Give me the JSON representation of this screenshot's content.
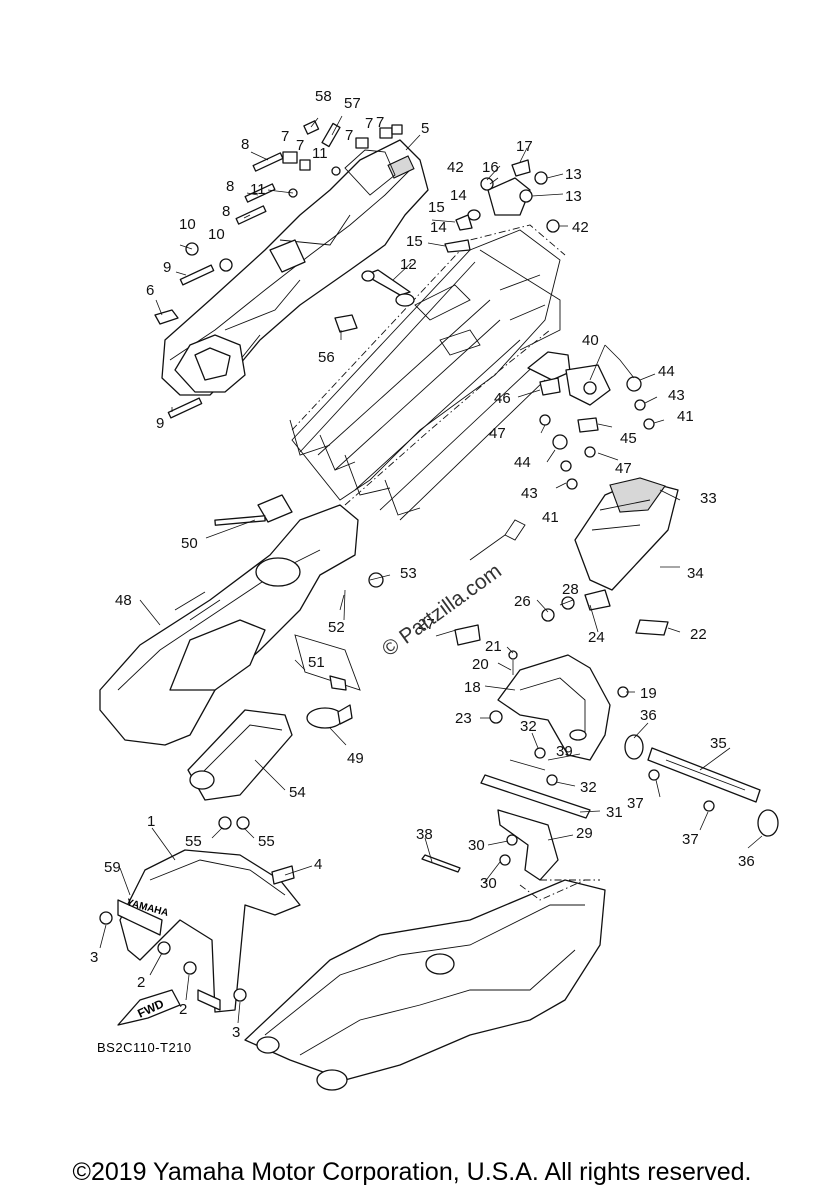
{
  "diagram": {
    "code": "BS2C110-T210",
    "watermark": "© Partzilla.com",
    "fwd_label": "FWD",
    "logo_text": "YAMAHA",
    "copyright": "©2019  Yamaha Motor Corporation, U.S.A. All rights reserved.",
    "callouts": [
      {
        "id": "58",
        "label": "58"
      },
      {
        "id": "57",
        "label": "57"
      },
      {
        "id": "5",
        "label": "5"
      },
      {
        "id": "7a",
        "label": "7"
      },
      {
        "id": "7b",
        "label": "7"
      },
      {
        "id": "7c",
        "label": "7"
      },
      {
        "id": "7d",
        "label": "7"
      },
      {
        "id": "7e",
        "label": "7"
      },
      {
        "id": "8a",
        "label": "8"
      },
      {
        "id": "8b",
        "label": "8"
      },
      {
        "id": "8c",
        "label": "8"
      },
      {
        "id": "11a",
        "label": "11"
      },
      {
        "id": "11b",
        "label": "11"
      },
      {
        "id": "10a",
        "label": "10"
      },
      {
        "id": "10b",
        "label": "10"
      },
      {
        "id": "9a",
        "label": "9"
      },
      {
        "id": "9b",
        "label": "9"
      },
      {
        "id": "6",
        "label": "6"
      },
      {
        "id": "12",
        "label": "12"
      },
      {
        "id": "56",
        "label": "56"
      },
      {
        "id": "17",
        "label": "17"
      },
      {
        "id": "16",
        "label": "16"
      },
      {
        "id": "13a",
        "label": "13"
      },
      {
        "id": "13b",
        "label": "13"
      },
      {
        "id": "42a",
        "label": "42"
      },
      {
        "id": "42b",
        "label": "42"
      },
      {
        "id": "14a",
        "label": "14"
      },
      {
        "id": "14b",
        "label": "14"
      },
      {
        "id": "15a",
        "label": "15"
      },
      {
        "id": "15b",
        "label": "15"
      },
      {
        "id": "40",
        "label": "40"
      },
      {
        "id": "44a",
        "label": "44"
      },
      {
        "id": "44b",
        "label": "44"
      },
      {
        "id": "43a",
        "label": "43"
      },
      {
        "id": "43b",
        "label": "43"
      },
      {
        "id": "41a",
        "label": "41"
      },
      {
        "id": "41b",
        "label": "41"
      },
      {
        "id": "46",
        "label": "46"
      },
      {
        "id": "45",
        "label": "45"
      },
      {
        "id": "47a",
        "label": "47"
      },
      {
        "id": "47b",
        "label": "47"
      },
      {
        "id": "33",
        "label": "33"
      },
      {
        "id": "34",
        "label": "34"
      },
      {
        "id": "50",
        "label": "50"
      },
      {
        "id": "53",
        "label": "53"
      },
      {
        "id": "52",
        "label": "52"
      },
      {
        "id": "48",
        "label": "48"
      },
      {
        "id": "51",
        "label": "51"
      },
      {
        "id": "49",
        "label": "49"
      },
      {
        "id": "54",
        "label": "54"
      },
      {
        "id": "55a",
        "label": "55"
      },
      {
        "id": "55b",
        "label": "55"
      },
      {
        "id": "28",
        "label": "28"
      },
      {
        "id": "26",
        "label": "26"
      },
      {
        "id": "27",
        "label": "27"
      },
      {
        "id": "24",
        "label": "24"
      },
      {
        "id": "22",
        "label": "22"
      },
      {
        "id": "21",
        "label": "21"
      },
      {
        "id": "20",
        "label": "20"
      },
      {
        "id": "18",
        "label": "18"
      },
      {
        "id": "19",
        "label": "19"
      },
      {
        "id": "23",
        "label": "23"
      },
      {
        "id": "32a",
        "label": "32"
      },
      {
        "id": "32b",
        "label": "32"
      },
      {
        "id": "39",
        "label": "39"
      },
      {
        "id": "36a",
        "label": "36"
      },
      {
        "id": "36b",
        "label": "36"
      },
      {
        "id": "35",
        "label": "35"
      },
      {
        "id": "37a",
        "label": "37"
      },
      {
        "id": "37b",
        "label": "37"
      },
      {
        "id": "31",
        "label": "31"
      },
      {
        "id": "38",
        "label": "38"
      },
      {
        "id": "29",
        "label": "29"
      },
      {
        "id": "30a",
        "label": "30"
      },
      {
        "id": "30b",
        "label": "30"
      },
      {
        "id": "1",
        "label": "1"
      },
      {
        "id": "4",
        "label": "4"
      },
      {
        "id": "59",
        "label": "59"
      },
      {
        "id": "3a",
        "label": "3"
      },
      {
        "id": "3b",
        "label": "3"
      },
      {
        "id": "2a",
        "label": "2"
      },
      {
        "id": "2b",
        "label": "2"
      }
    ]
  }
}
